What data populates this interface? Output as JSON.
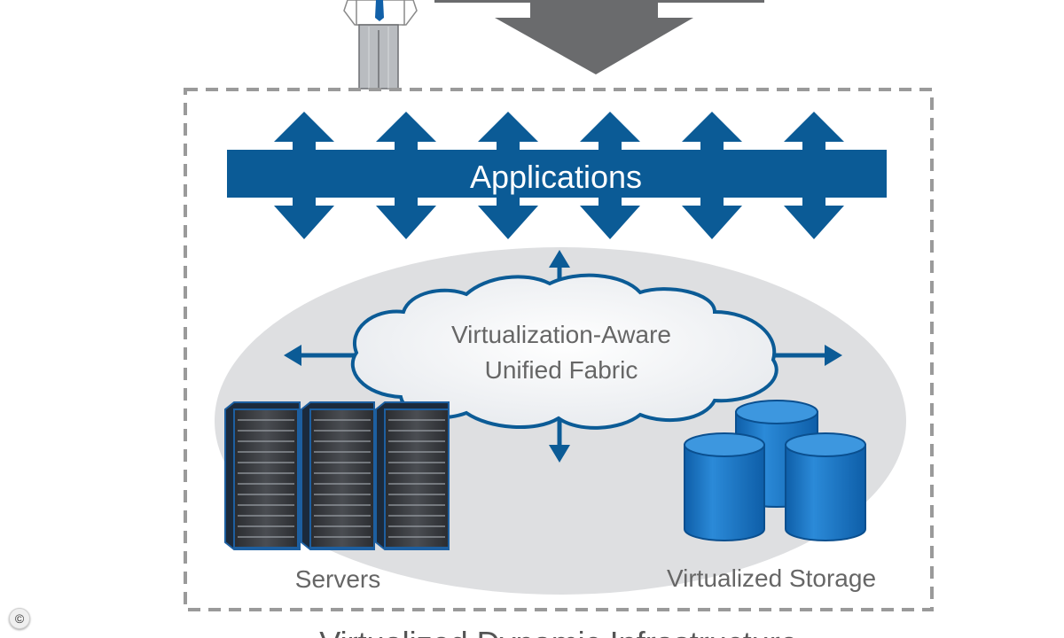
{
  "diagram": {
    "applications_label": "Applications",
    "fabric_label_line1": "Virtualization-Aware",
    "fabric_label_line2": "Unified Fabric",
    "servers_label": "Servers",
    "storage_label": "Virtualized Storage",
    "bottom_caption": "Virtualized Dynamic Infrastructure",
    "copyright_symbol": "©"
  },
  "colors": {
    "brand_blue": "#0b5b96",
    "storage_blue": "#1b7cc7",
    "ellipse_gray": "#dedfe1",
    "dashed_border": "#9a9a9a",
    "top_arrow_gray": "#6a6b6d",
    "label_gray": "#666666"
  }
}
